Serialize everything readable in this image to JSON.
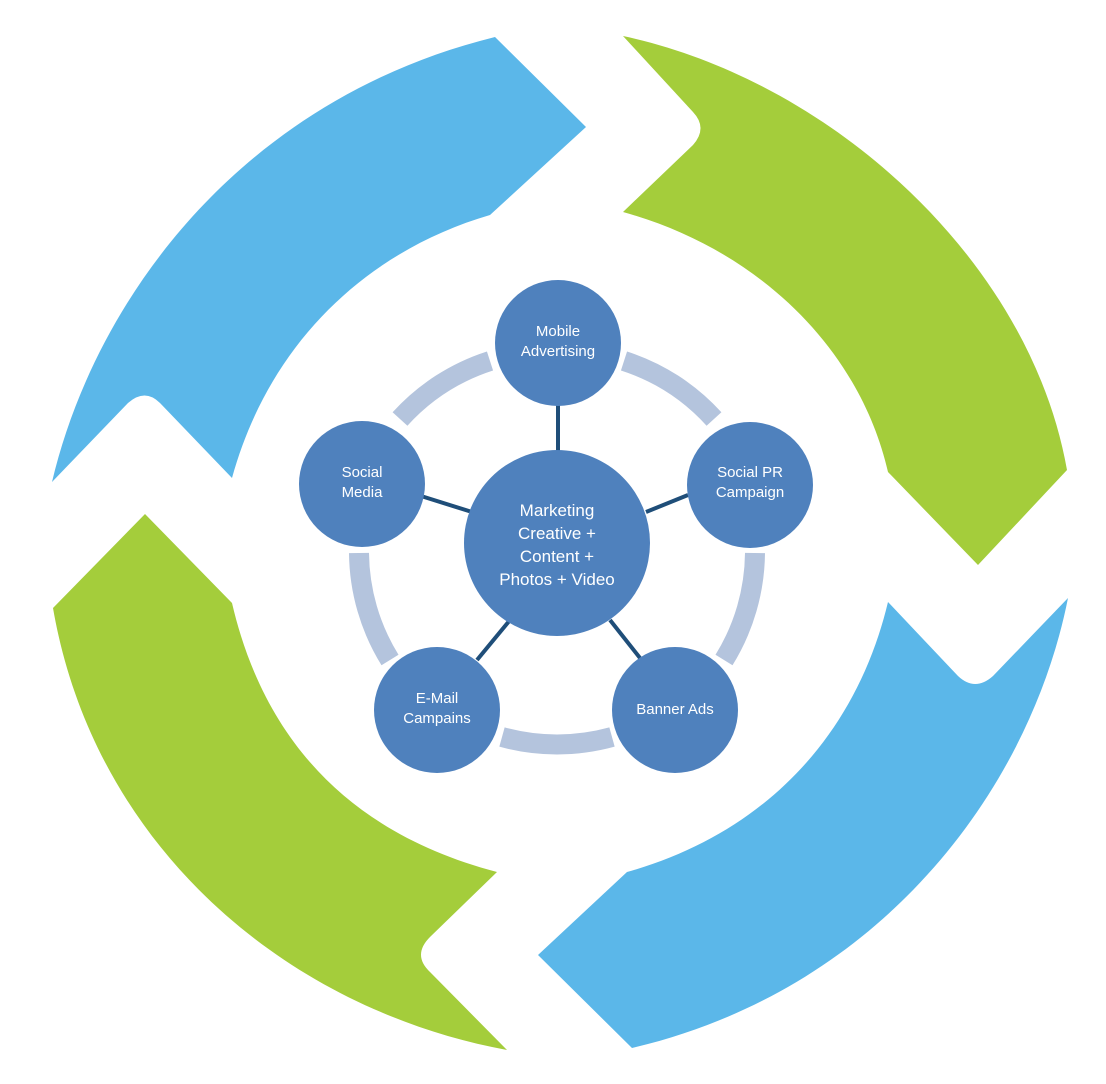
{
  "diagram": {
    "center_node": {
      "lines": [
        "Marketing",
        "Creative +",
        "Content +",
        "Photos + Video"
      ]
    },
    "outer_nodes": [
      {
        "id": "mobile",
        "lines": [
          "Mobile",
          "Advertising"
        ]
      },
      {
        "id": "social-pr",
        "lines": [
          "Social PR",
          "Campaign"
        ]
      },
      {
        "id": "banner",
        "lines": [
          "Banner Ads"
        ]
      },
      {
        "id": "email",
        "lines": [
          "E-Mail",
          "Campains"
        ]
      },
      {
        "id": "social-media",
        "lines": [
          "Social",
          "Media"
        ]
      }
    ]
  },
  "colors": {
    "arrow_blue": "#5bb7e9",
    "arrow_green": "#a4cd3b",
    "node_fill": "#4f81bd",
    "connector_line": "#1f4e79",
    "ring_segment": "#b4c4dd",
    "node_text": "#ffffff"
  }
}
